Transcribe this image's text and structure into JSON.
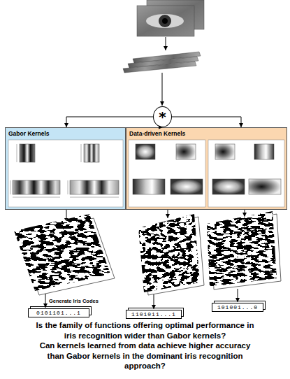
{
  "diagram": {
    "nodes": [
      {
        "text": [
          "*"
        ]
      },
      {
        "text": [
          "Gabor Kernels"
        ]
      },
      {
        "text": [
          "Data-driven Kernels"
        ]
      },
      {
        "text": [
          "0101101...1"
        ]
      },
      {
        "text": [
          "1101011...1"
        ]
      },
      {
        "text": [
          "101001...0"
        ]
      }
    ],
    "edges": [
      {
        "from": 0,
        "to": 1,
        "arrow": "to"
      },
      {
        "from": 0,
        "to": 2,
        "arrow": "to"
      },
      {
        "from": 0,
        "to": 2,
        "arrow": "to"
      }
    ],
    "labels": [
      "Generate Iris Codes",
      "Is the family of functions offering optimal performance in iris recognition wider than Gabor kernels?",
      "Can kernels learned from data achieve higher accuracy than Gabor kernels in the dominant iris recognition approach?"
    ]
  }
}
